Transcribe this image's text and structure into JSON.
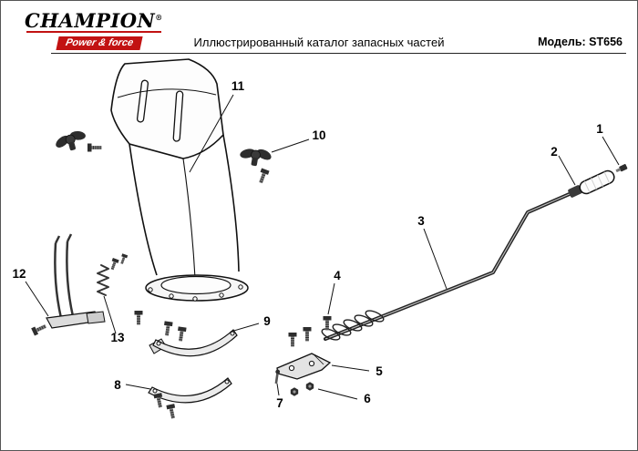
{
  "header": {
    "brand": "CHAMPION",
    "reg": "®",
    "tagline": "Power & force",
    "title": "Иллюстрированный каталог запасных частей",
    "model": "Модель: ST656"
  },
  "colors": {
    "accent_red": "#c21212",
    "line": "#111111"
  },
  "diagram": {
    "callouts": [
      {
        "label": "1"
      },
      {
        "label": "2"
      },
      {
        "label": "3"
      },
      {
        "label": "4"
      },
      {
        "label": "5"
      },
      {
        "label": "6"
      },
      {
        "label": "7"
      },
      {
        "label": "8"
      },
      {
        "label": "9"
      },
      {
        "label": "10"
      },
      {
        "label": "11"
      },
      {
        "label": "12"
      },
      {
        "label": "13"
      }
    ]
  }
}
